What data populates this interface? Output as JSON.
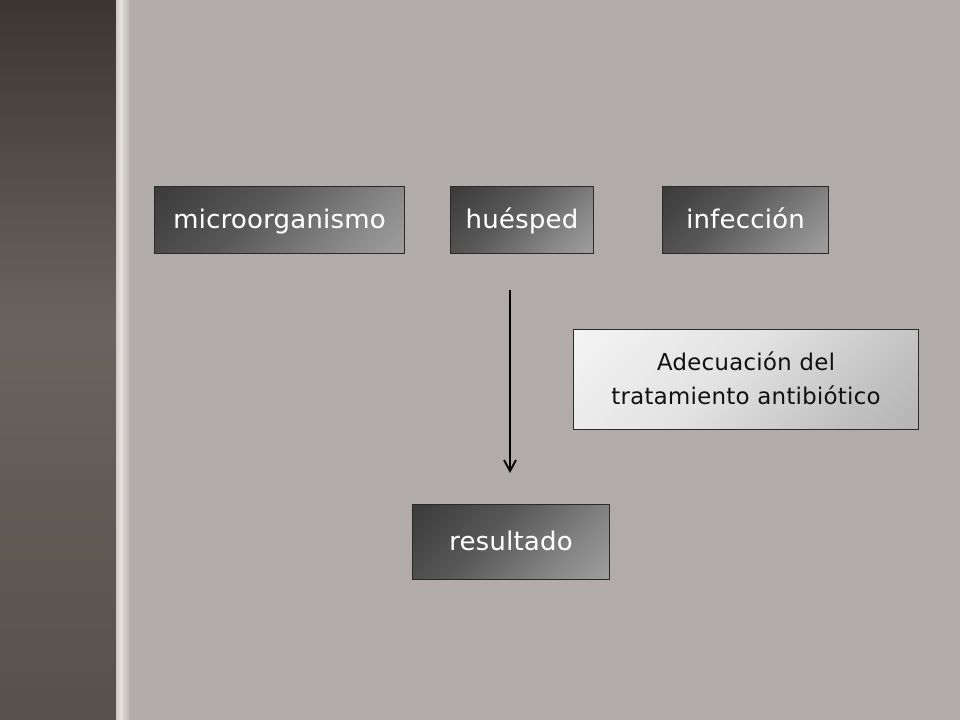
{
  "diagram": {
    "nodes": {
      "microorganismo": "microorganismo",
      "huesped": "huésped",
      "infeccion": "infección",
      "adecuacion_line1": "Adecuación del",
      "adecuacion_line2": "tratamiento antibiótico",
      "resultado": "resultado"
    },
    "edges": [
      {
        "from": "huesped",
        "to": "resultado",
        "style": "arrow"
      }
    ],
    "colors": {
      "background": "#b1aca9",
      "dark_box": "#4a4a4a",
      "light_box": "#e6e6e6",
      "arrow": "#000000"
    }
  }
}
